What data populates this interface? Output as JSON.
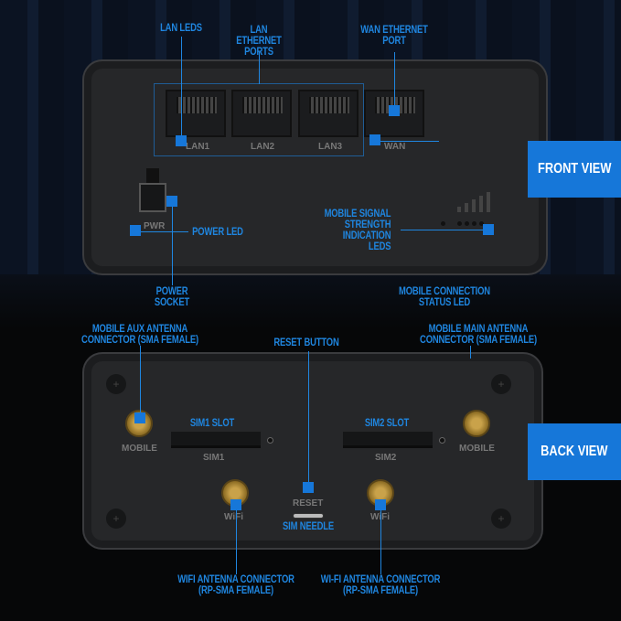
{
  "front": {
    "view_label": "FRONT VIEW",
    "callouts": {
      "lan_leds": "LAN LEDS",
      "lan_ports": "LAN ETHERNET PORTS",
      "wan_port": "WAN ETHERNET PORT",
      "power_led": "POWER LED",
      "power_socket": "POWER SOCKET",
      "signal_leds": "MOBILE SIGNAL STRENGTH INDICATION LEDS",
      "mobile_status": "MOBILE CONNECTION STATUS LED"
    },
    "device_labels": {
      "lan1": "LAN1",
      "lan2": "LAN2",
      "lan3": "LAN3",
      "wan": "WAN",
      "pwr": "PWR"
    }
  },
  "back": {
    "view_label": "BACK VIEW",
    "callouts": {
      "aux_antenna": "MOBILE AUX ANTENNA CONNECTOR (SMA FEMALE)",
      "reset": "RESET BUTTON",
      "main_antenna": "MOBILE MAIN ANTENNA CONNECTOR (SMA FEMALE)",
      "sim1_slot": "SIM1 SLOT",
      "sim2_slot": "SIM2 SLOT",
      "sim_needle": "SIM NEEDLE",
      "wifi1": "WIFI ANTENNA CONNECTOR (RP-SMA FEMALE)",
      "wifi2": "WI-FI ANTENNA CONNECTOR (RP-SMA FEMALE)"
    },
    "device_labels": {
      "mobile_left": "MOBILE",
      "mobile_right": "MOBILE",
      "sim1": "SIM1",
      "sim2": "SIM2",
      "reset": "RESET",
      "wifi_left": "WiFi",
      "wifi_right": "WiFi"
    }
  },
  "colors": {
    "accent": "#1677d9",
    "callout_text": "#1f86e0",
    "device": "#262729"
  }
}
